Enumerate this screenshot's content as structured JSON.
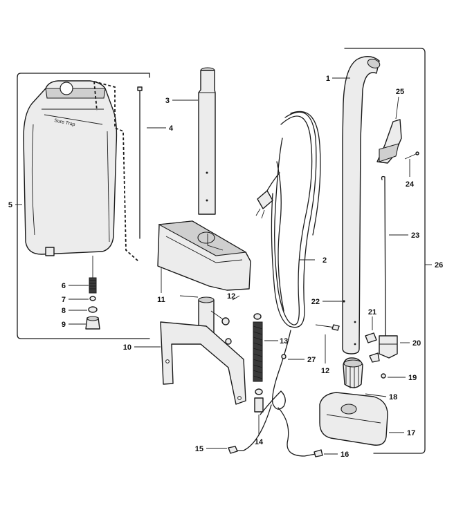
{
  "diagram": {
    "bag_print": "Sure Trap",
    "callouts": {
      "p1": "1",
      "p2": "2",
      "p3": "3",
      "p4": "4",
      "p5": "5",
      "p6": "6",
      "p7": "7",
      "p8": "8",
      "p9": "9",
      "p10": "10",
      "p11": "11",
      "p12a": "12",
      "p12b": "12",
      "p13": "13",
      "p14": "14",
      "p15": "15",
      "p16": "16",
      "p17": "17",
      "p18": "18",
      "p19": "19",
      "p20": "20",
      "p21": "21",
      "p22": "22",
      "p23": "23",
      "p24": "24",
      "p25": "25",
      "p26": "26",
      "p27": "27"
    }
  }
}
